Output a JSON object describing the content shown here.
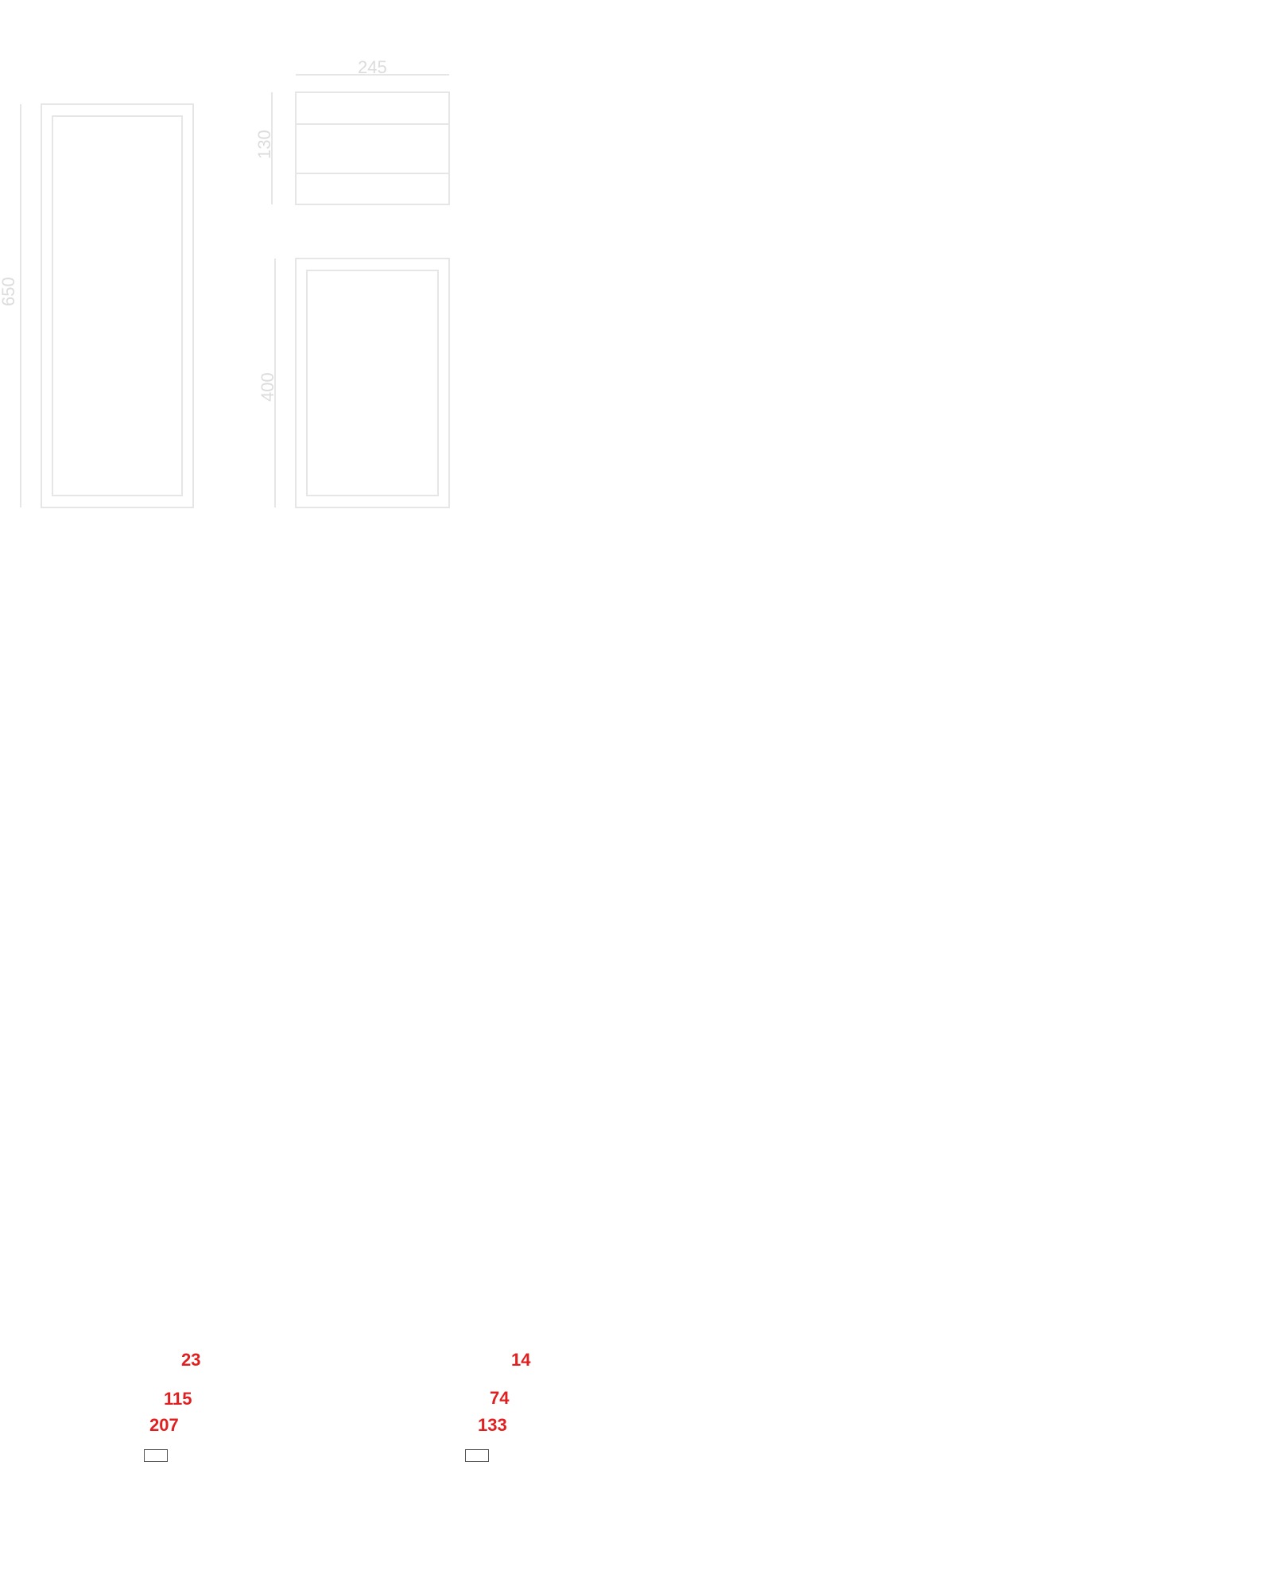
{
  "drawing": {
    "dimension_labels": {
      "left_height": "650",
      "right_width": "245",
      "drawer_height": "130",
      "door_height": "400"
    },
    "line_color": "#e6e6e6",
    "dimension_text_color": "#dcdcdc"
  },
  "annotations": {
    "color": "#e02020",
    "left_column": [
      "23",
      "115",
      "207"
    ],
    "right_column": [
      "14",
      "74",
      "133"
    ]
  }
}
